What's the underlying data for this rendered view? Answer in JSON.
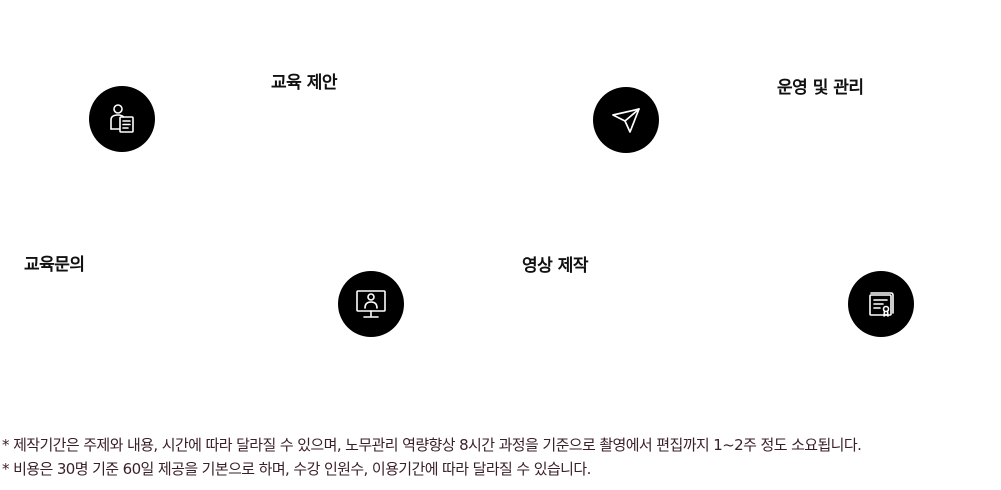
{
  "steps": [
    {
      "id": "inquiry",
      "title": "교육문의",
      "icon": "person-document-icon"
    },
    {
      "id": "proposal",
      "title": "교육 제안",
      "icon": "presenter-screen-icon"
    },
    {
      "id": "production",
      "title": "영상 제작",
      "icon": "paper-plane-icon"
    },
    {
      "id": "operation",
      "title": "운영 및 관리",
      "icon": "certificate-scroll-icon"
    }
  ],
  "notes": [
    "* 제작기간은 주제와 내용, 시간에 따라 달라질 수 있으며, 노무관리 역량향상 8시간 과정을 기준으로 촬영에서 편집까지 1~2주 정도 소요됩니다.",
    "* 비용은 30명 기준 60일 제공을 기본으로 하며, 수강 인원수, 이용기간에 따라 달라질 수 있습니다."
  ],
  "colors": {
    "circle": "#000000",
    "icon": "#ffffff",
    "title": "#111111",
    "note": "#3a1f2a"
  }
}
